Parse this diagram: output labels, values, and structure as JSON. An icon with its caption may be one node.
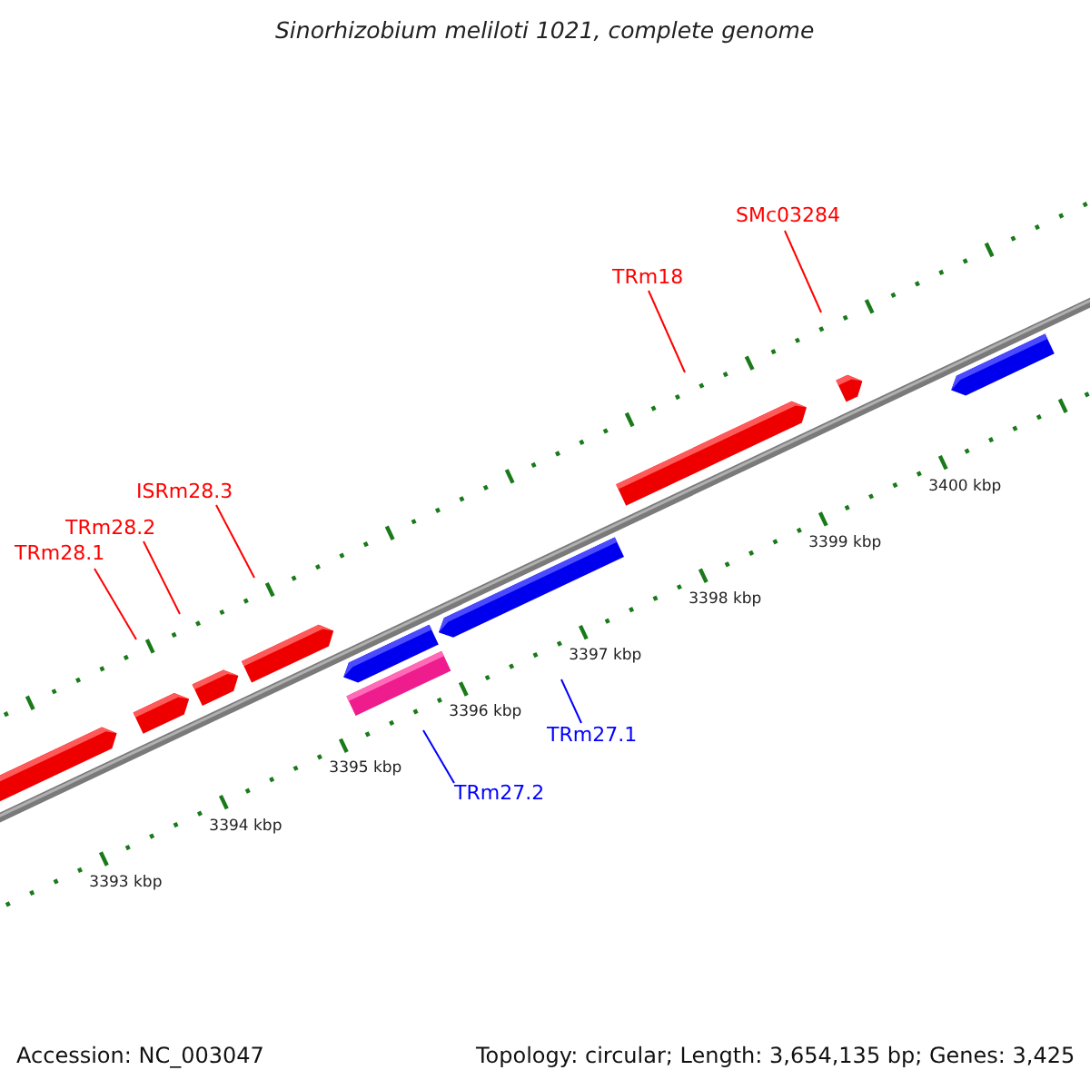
{
  "diagram": {
    "title": "Sinorhizobium meliloti 1021, complete genome",
    "nodes": [
      {
        "text": [
          "TRm28.1"
        ]
      },
      {
        "text": [
          "TRm28.2"
        ]
      },
      {
        "text": [
          "ISRm28.3"
        ]
      },
      {
        "text": [
          "TRm27.2"
        ]
      },
      {
        "text": [
          "TRm27.1"
        ]
      },
      {
        "text": [
          "TRm18"
        ]
      },
      {
        "text": [
          "SMc03284"
        ]
      }
    ],
    "edges": [
      {
        "from": 0,
        "to": null,
        "arrow": "none"
      },
      {
        "from": 1,
        "to": null,
        "arrow": "none"
      },
      {
        "from": 2,
        "to": null,
        "arrow": "none"
      },
      {
        "from": 3,
        "to": null,
        "arrow": "none",
        "color": "#0000ff"
      },
      {
        "from": 4,
        "to": null,
        "arrow": "none",
        "color": "#0000ff"
      },
      {
        "from": 5,
        "to": null,
        "arrow": "none"
      },
      {
        "from": 6,
        "to": null,
        "arrow": "none"
      }
    ],
    "labels": [
      "3393 kbp",
      "3394 kbp",
      "3395 kbp",
      "3396 kbp",
      "3397 kbp",
      "3398 kbp",
      "3399 kbp",
      "3400 kbp",
      "Accession: NC_003047",
      "Topology: circular; Length: 3,654,135 bp; Genes: 3,425"
    ]
  }
}
